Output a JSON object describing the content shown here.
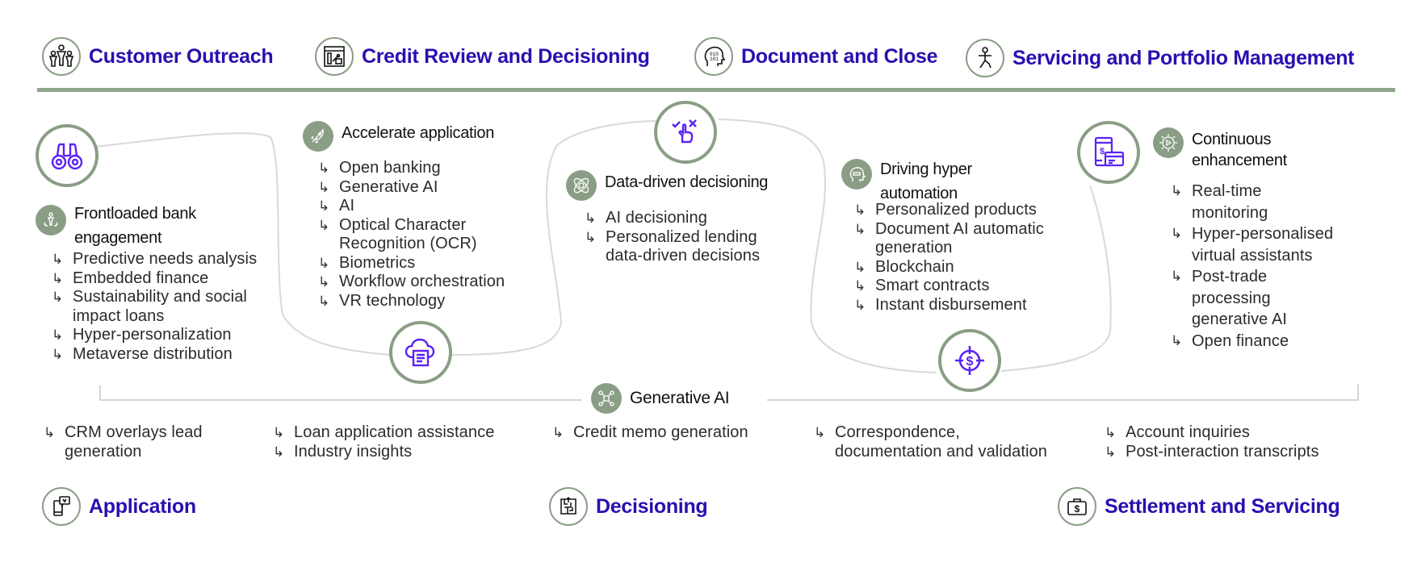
{
  "top_stages": [
    {
      "title": "Customer Outreach",
      "icon": "people-network-icon"
    },
    {
      "title": "Credit Review and Decisioning",
      "icon": "browser-flow-icon"
    },
    {
      "title": "Document and Close",
      "icon": "head-binary-icon"
    },
    {
      "title": "Servicing and Portfolio Management",
      "icon": "stick-figure-icon"
    }
  ],
  "capabilities": [
    {
      "title": "Frontloaded bank engagement",
      "badge_icon": "person-meditate-icon",
      "circle_icon": "binoculars-icon",
      "items": [
        "Predictive needs analysis",
        "Embedded finance",
        "Sustainability and social impact loans",
        "Hyper-personalization",
        "Metaverse distribution"
      ]
    },
    {
      "title": "Accelerate application",
      "badge_icon": "rocket-icon",
      "circle_icon": "cloud-document-icon",
      "items": [
        "Open banking",
        "Generative AI",
        "AI",
        "Optical Character Recognition (OCR)",
        "Biometrics",
        "Workflow orchestration",
        "VR technology"
      ]
    },
    {
      "title": "Data-driven decisioning",
      "badge_icon": "atom-icon",
      "circle_icon": "hand-check-cross-icon",
      "items": [
        "AI decisioning",
        "Personalized lending data-driven decisions"
      ]
    },
    {
      "title": "Driving hyper automation",
      "badge_icon": "head-chip-icon",
      "circle_icon": "dollar-target-icon",
      "items": [
        "Personalized products",
        "Document AI automatic generation",
        "Blockchain",
        "Smart contracts",
        "Instant disbursement"
      ]
    },
    {
      "title": "Continuous enhancement",
      "badge_icon": "gear-play-icon",
      "circle_icon": "phone-card-payment-icon",
      "items": [
        "Real-time monitoring",
        "Hyper-personalised virtual assistants",
        "Post-trade processing generative AI",
        "Open finance"
      ]
    }
  ],
  "generative_ai": {
    "label": "Generative AI",
    "icon": "neural-network-icon",
    "columns": [
      [
        "CRM overlays lead generation"
      ],
      [
        "Loan application assistance",
        "Industry insights"
      ],
      [
        "Credit memo generation"
      ],
      [
        "Correspondence, documentation and validation"
      ],
      [
        "Account inquiries",
        "Post-interaction transcripts"
      ]
    ]
  },
  "bottom_stages": [
    {
      "title": "Application",
      "icon": "phone-chat-icon"
    },
    {
      "title": "Decisioning",
      "icon": "maze-icon"
    },
    {
      "title": "Settlement and Servicing",
      "icon": "briefcase-dollar-icon"
    }
  ],
  "colors": {
    "stage_title": "#2a0fb0",
    "accent_icon": "#5b22f5",
    "sage": "#8a9e86",
    "curve": "#d6d6d6"
  }
}
